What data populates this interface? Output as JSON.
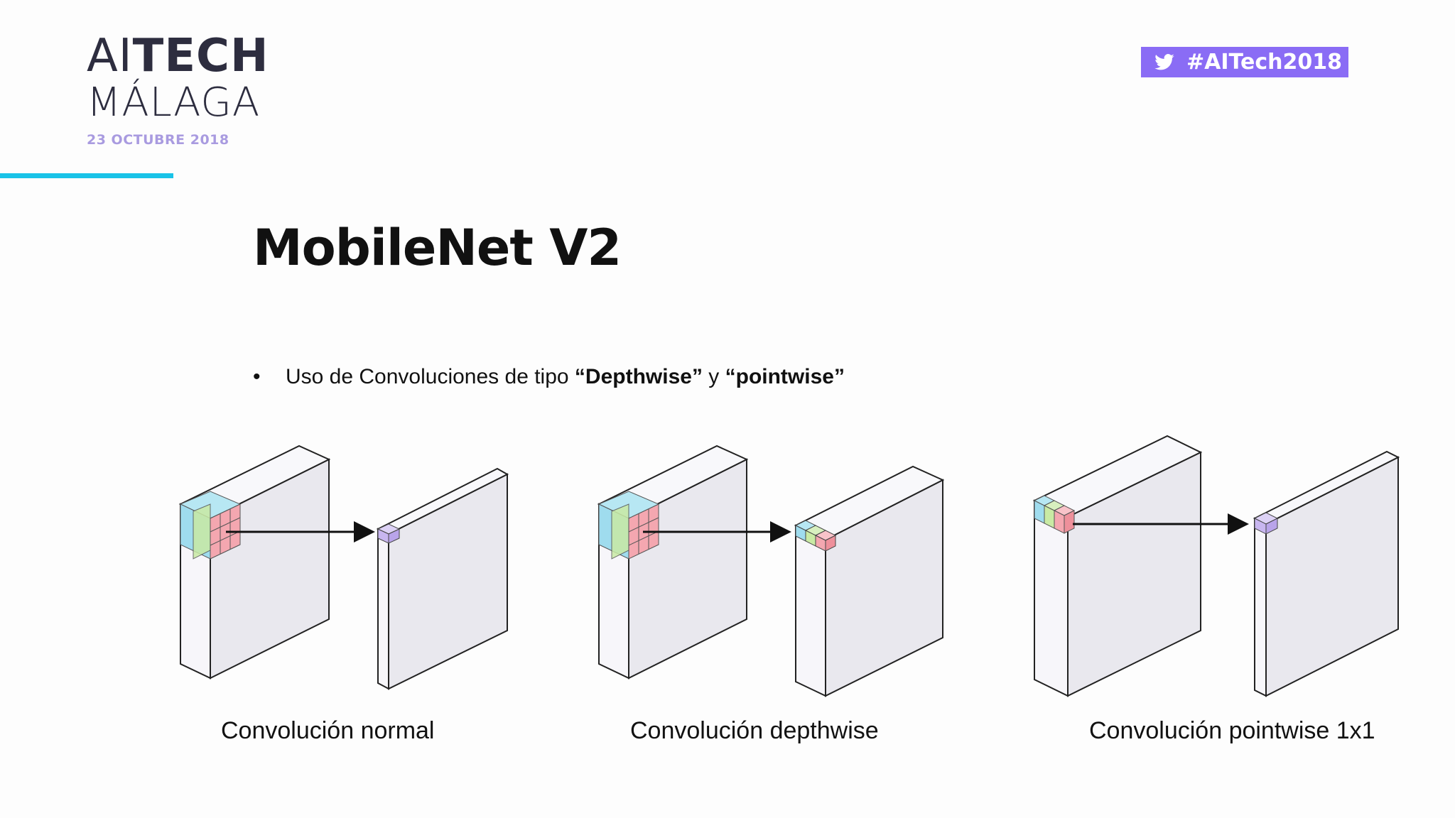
{
  "logo": {
    "line1_light": "AI",
    "line1_bold": "TECH",
    "line2": "MÁLAGA",
    "date": "23 OCTUBRE 2018"
  },
  "hashtag": {
    "text": "#AITech2018",
    "icon": "twitter-bird-icon"
  },
  "title": "MobileNet V2",
  "bullet": {
    "prefix": "Uso de Convoluciones de tipo ",
    "term1": "“Depthwise”",
    "middle": " y ",
    "term2": "“pointwise”"
  },
  "captions": {
    "normal": "Convolución normal",
    "depthwise": "Convolución depthwise",
    "pointwise": "Convolución pointwise 1x1"
  },
  "colors": {
    "accent_line": "#19c3e8",
    "hashtag_bg": "#8a6cf5",
    "date_text": "#a99be0",
    "cube_blue": "#9fdcee",
    "cube_green": "#c9eaa4",
    "cube_red": "#f4a7b0",
    "cube_purple": "#c8b6f0"
  }
}
